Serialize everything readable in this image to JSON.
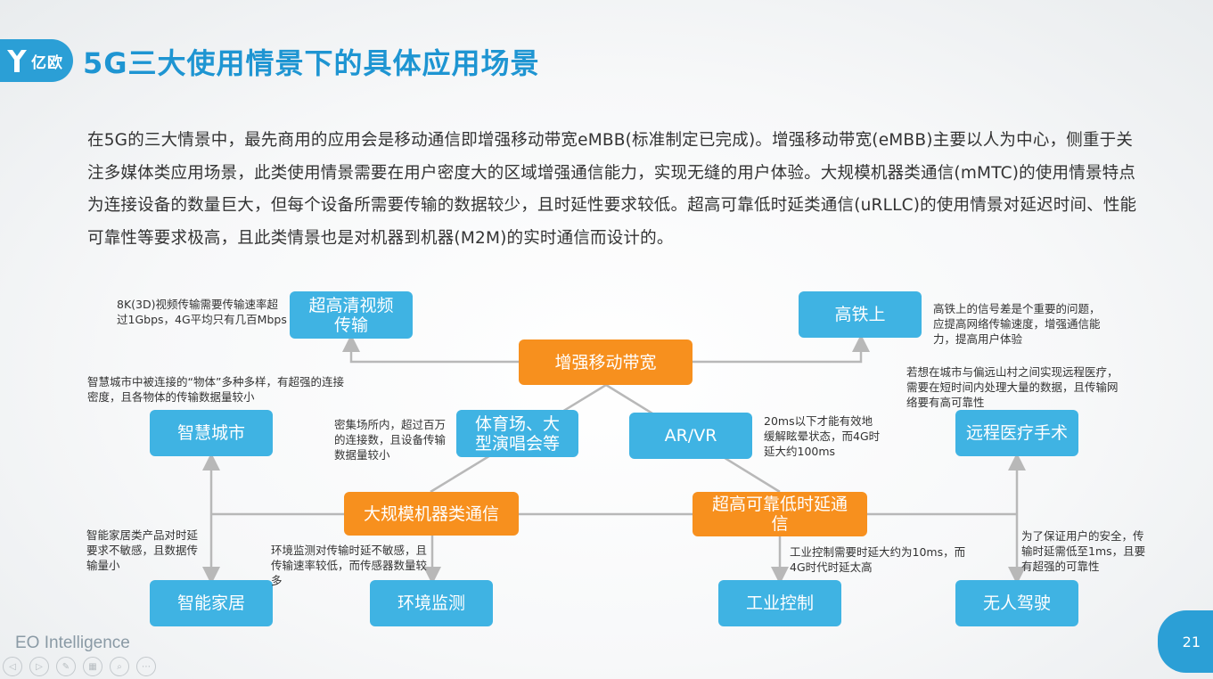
{
  "header": {
    "logo_text": "亿欧",
    "title": "5G三大使用情景下的具体应用场景"
  },
  "intro": "在5G的三大情景中，最先商用的应用会是移动通信即增强移动带宽eMBB(标准制定已完成)。增强移动带宽(eMBB)主要以人为中心，侧重于关注多媒体类应用场景，此类使用情景需要在用户密度大的区域增强通信能力，实现无缝的用户体验。大规模机器类通信(mMTC)的使用情景特点为连接设备的数量巨大，但每个设备所需要传输的数据较少，且时延性要求较低。超高可靠低时延类通信(uRLLC)的使用情景对延迟时间、性能可靠性等要求极高，且此类情景也是对机器到机器(M2M)的实时通信而设计的。",
  "nodes": {
    "embb": "增强移动带宽",
    "mmtc": "大规模机器类通信",
    "urllc": "超高可靠低时延通信",
    "uhd_video": "超高清视频传输",
    "high_speed_rail": "高铁上",
    "smart_city": "智慧城市",
    "stadium": "体育场、大型演唱会等",
    "arvr": "AR/VR",
    "remote_surgery": "远程医疗手术",
    "smart_home": "智能家居",
    "env_monitor": "环境监测",
    "industrial": "工业控制",
    "driverless": "无人驾驶"
  },
  "notes": {
    "uhd_video": "8K(3D)视频传输需要传输速率超过1Gbps，4G平均只有几百Mbps",
    "high_speed_rail": "高铁上的信号差是个重要的问题，应提高网络传输速度，增强通信能力，提高用户体验",
    "smart_city": "智慧城市中被连接的“物体”多种多样，有超强的连接密度，且各物体的传输数据量较小",
    "remote_surgery": "若想在城市与偏远山村之间实现远程医疗，需要在短时间内处理大量的数据，且传输网络要有高可靠性",
    "stadium": "密集场所内，超过百万的连接数，且设备传输数据量较小",
    "arvr": "20ms以下才能有效地缓解眩晕状态，而4G时延大约100ms",
    "smart_home": "智能家居类产品对时延要求不敏感，且数据传输量小",
    "env_monitor": "环境监测对传输时延不敏感，且传输速率较低，而传感器数量较多",
    "industrial": "工业控制需要时延大约为10ms，而4G时代时延太高",
    "driverless": "为了保证用户的安全，传输时延需低至1ms，且要有超强的可靠性"
  },
  "footer": {
    "brand": "EO Intelligence",
    "page": "21"
  },
  "colors": {
    "title": "#1e95d2",
    "blue_node": "#3fb3e3",
    "orange_node": "#f7901e",
    "connector": "#b8b8b8"
  }
}
